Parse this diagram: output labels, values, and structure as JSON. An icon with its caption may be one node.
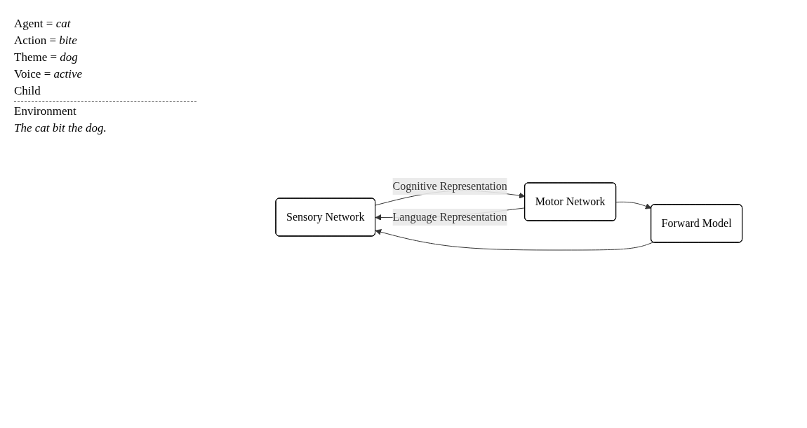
{
  "diagram": {
    "nodes": [
      {
        "text": [
          "Sensory Network"
        ]
      },
      {
        "text": [
          "Motor Network"
        ]
      },
      {
        "text": [
          "Forward Model"
        ]
      }
    ],
    "edges": [
      {
        "from": 0,
        "to": 1,
        "arrow": "to",
        "label": "Cognitive Representation"
      },
      {
        "from": 1,
        "to": 2,
        "arrow": "to"
      },
      {
        "from": 2,
        "to": 0,
        "arrow": "to"
      },
      {
        "from": 1,
        "to": 0,
        "arrow": "to",
        "label": "Language Representation"
      }
    ],
    "labels": [
      "Agent = *cat*",
      "Action = *bite*",
      "Theme = *dog*",
      "Voice = *active*",
      "Child",
      "Environment",
      "*The cat bit the dog.*"
    ]
  }
}
